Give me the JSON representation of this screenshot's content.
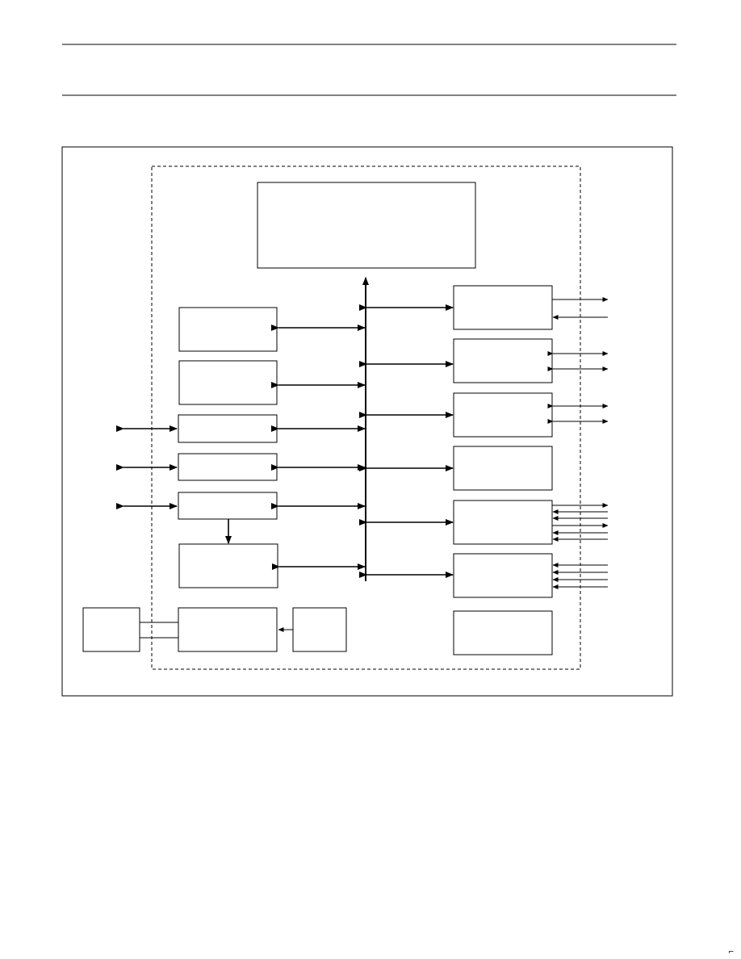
{
  "page": {
    "header_text": "",
    "footer_text": ""
  },
  "diagram": {
    "title": "",
    "blocks": [
      {
        "id": "cpu-core",
        "label": ""
      },
      {
        "id": "left-block-1",
        "label": ""
      },
      {
        "id": "left-block-2",
        "label": ""
      },
      {
        "id": "left-io-1",
        "label": ""
      },
      {
        "id": "left-io-2",
        "label": ""
      },
      {
        "id": "left-io-3",
        "label": ""
      },
      {
        "id": "left-block-lower",
        "label": ""
      },
      {
        "id": "external-block",
        "label": ""
      },
      {
        "id": "clock-block",
        "label": ""
      },
      {
        "id": "clock-source",
        "label": ""
      },
      {
        "id": "right-block-1",
        "label": ""
      },
      {
        "id": "right-block-2",
        "label": ""
      },
      {
        "id": "right-block-3",
        "label": ""
      },
      {
        "id": "right-block-4",
        "label": ""
      },
      {
        "id": "right-block-5",
        "label": ""
      },
      {
        "id": "right-block-6",
        "label": ""
      },
      {
        "id": "right-block-7",
        "label": ""
      }
    ],
    "corner_mark": "⌐"
  }
}
